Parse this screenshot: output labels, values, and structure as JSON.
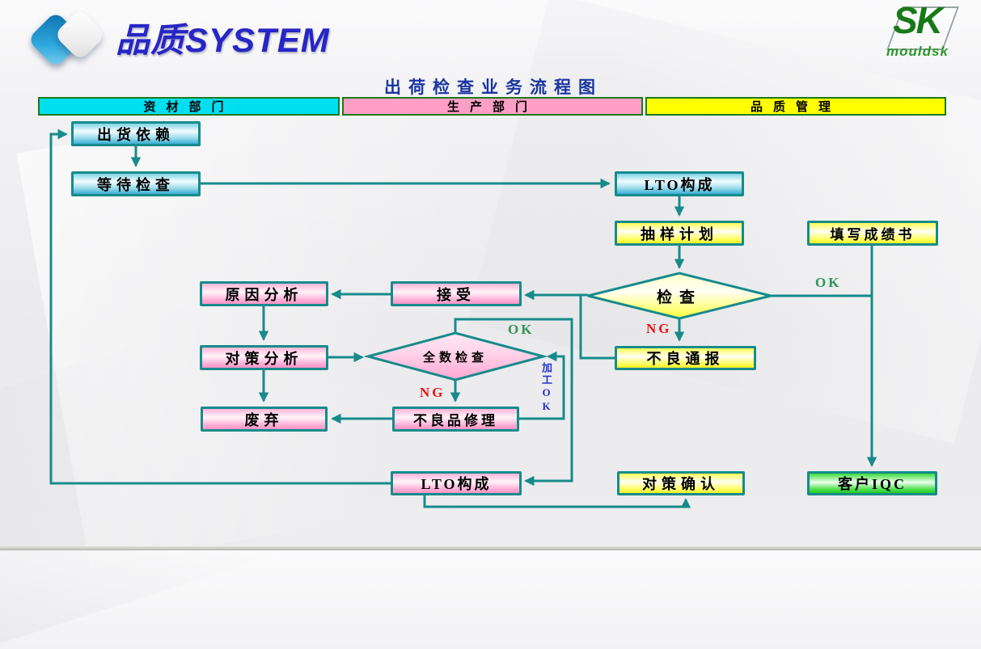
{
  "header": {
    "brand_title": "品质SYSTEM",
    "logo_text": "SK",
    "logo_subtext": "mouldsk"
  },
  "flow_title": "出荷检查业务流程图",
  "lanes": [
    {
      "label": "资材部门",
      "color": "#00dff0"
    },
    {
      "label": "生产部门",
      "color": "#ff9fc6"
    },
    {
      "label": "品质管理",
      "color": "#ffff00"
    }
  ],
  "nodes": {
    "ship_request": "出货依赖",
    "wait_inspection": "等待检查",
    "lto_form_top": "LTO构成",
    "sampling_plan": "抽样计划",
    "fill_report": "填写成绩书",
    "inspection": "检查",
    "accept": "接受",
    "cause_analysis": "原因分析",
    "countermeasure_analysis": "对策分析",
    "full_inspection": "全数检查",
    "defect_report": "不良通报",
    "scrap": "废弃",
    "defect_repair": "不良品修理",
    "lto_form_bottom": "LTO构成",
    "countermeasure_confirm": "对策确认",
    "customer_iqc": "客户IQC"
  },
  "labels": {
    "inspection_ok": "OK",
    "inspection_ng": "NG",
    "full_inspection_ok": "OK",
    "full_inspection_ng": "NG",
    "rework_ok": "加工OK"
  },
  "edges": [
    {
      "from": "ship_request",
      "to": "wait_inspection"
    },
    {
      "from": "wait_inspection",
      "to": "lto_form_top"
    },
    {
      "from": "lto_form_top",
      "to": "sampling_plan"
    },
    {
      "from": "sampling_plan",
      "to": "inspection"
    },
    {
      "from": "inspection",
      "to": "customer_iqc",
      "label": "OK"
    },
    {
      "from": "inspection",
      "to": "defect_report",
      "label": "NG"
    },
    {
      "from": "fill_report",
      "to": "customer_iqc"
    },
    {
      "from": "defect_report",
      "to": "accept"
    },
    {
      "from": "accept",
      "to": "cause_analysis"
    },
    {
      "from": "cause_analysis",
      "to": "countermeasure_analysis"
    },
    {
      "from": "countermeasure_analysis",
      "to": "full_inspection"
    },
    {
      "from": "countermeasure_analysis",
      "to": "scrap"
    },
    {
      "from": "full_inspection",
      "to": "lto_form_bottom",
      "label": "OK"
    },
    {
      "from": "full_inspection",
      "to": "defect_repair",
      "label": "NG"
    },
    {
      "from": "defect_repair",
      "to": "full_inspection",
      "label": "加工OK"
    },
    {
      "from": "defect_repair",
      "to": "scrap"
    },
    {
      "from": "lto_form_bottom",
      "to": "ship_request"
    },
    {
      "from": "lto_form_bottom",
      "to": "countermeasure_confirm"
    }
  ],
  "colors": {
    "flow_line": "#178b8b",
    "ok_label": "#2f9558",
    "ng_label": "#ee1111",
    "rework_label": "#2233cc",
    "title_blue": "#1a35a0",
    "brand_blue": "#2726c6",
    "logo_green": "#177a17"
  }
}
